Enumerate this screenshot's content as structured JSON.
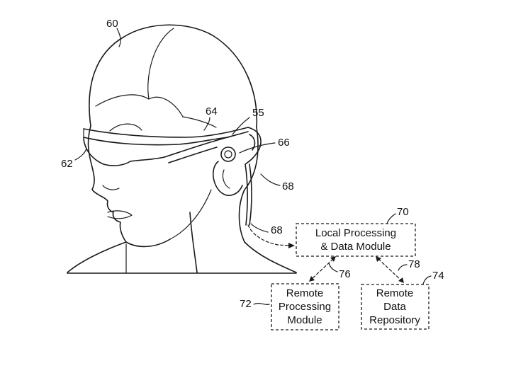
{
  "figure": {
    "ref_labels": {
      "head": "60",
      "frame": "64",
      "display_lens": "62",
      "speaker_label": "55",
      "ear_speaker": "66",
      "cable_upper": "68",
      "cable_lower": "68",
      "local_module_ref": "70",
      "remote_processing_ref": "72",
      "remote_repo_ref": "74",
      "link_76": "76",
      "link_78": "78"
    },
    "boxes": {
      "local": {
        "line1": "Local Processing",
        "line2": "& Data Module"
      },
      "remote_processing": {
        "line1": "Remote",
        "line2": "Processing",
        "line3": "Module"
      },
      "remote_repository": {
        "line1": "Remote",
        "line2": "Data",
        "line3": "Repository"
      }
    }
  }
}
